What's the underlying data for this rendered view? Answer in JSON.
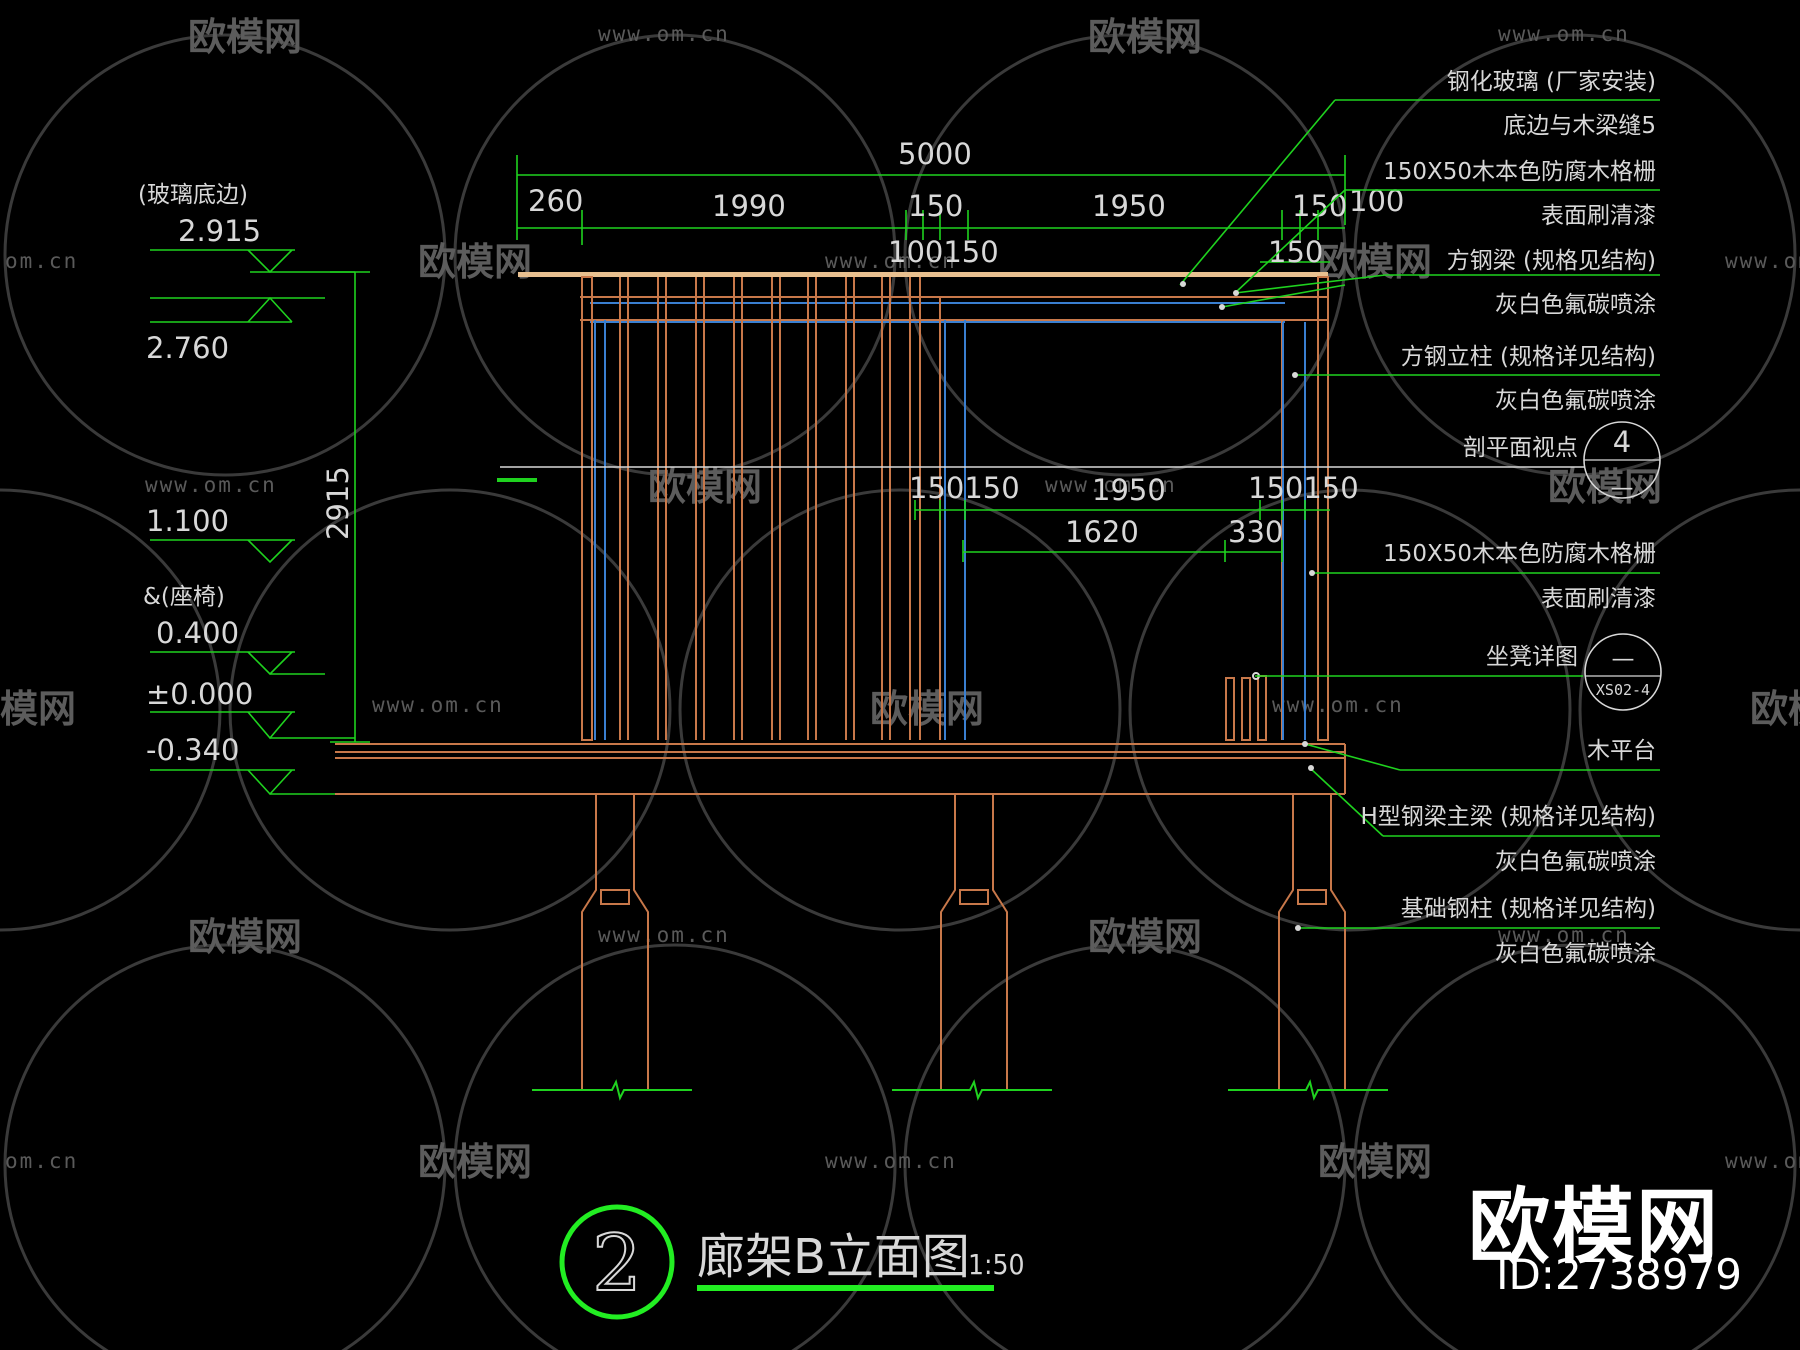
{
  "title": {
    "number": "2",
    "name": "廊架B立面图",
    "scale": "1:50"
  },
  "watermark": {
    "url": "www.om.cn",
    "url_short": "om.cn",
    "logo": "欧模网",
    "logo_partial": "模网"
  },
  "brand": {
    "name": "欧模网",
    "id": "ID:2738979"
  },
  "dimensions": {
    "overall": "5000",
    "top_row": [
      "260",
      "1990",
      "150",
      "1950",
      "150",
      "100"
    ],
    "top_sub": [
      "100150",
      "150"
    ],
    "vertical": "2915",
    "mid_row": [
      "150150",
      "1950",
      "150150"
    ],
    "mid_sub": [
      "1620",
      "330"
    ]
  },
  "elevations": {
    "glass_note": "(玻璃底边)",
    "e1": "2.915",
    "e2": "2.760",
    "e3": "1.100",
    "seat_note": "&(座椅)",
    "e4": "0.400",
    "e5": "±0.000",
    "e6": "-0.340"
  },
  "annotations": {
    "a1": "钢化玻璃 (厂家安装)",
    "a2": "底边与木梁缝5",
    "a3": "150X50木本色防腐木格栅",
    "a4": "表面刷清漆",
    "a5": "方钢梁 (规格见结构)",
    "a6": "灰白色氟碳喷涂",
    "a7": "方钢立柱 (规格详见结构)",
    "a8": "灰白色氟碳喷涂",
    "a9": "剖平面视点",
    "a10": "150X50木本色防腐木格栅",
    "a11": "表面刷清漆",
    "a12": "坐凳详图",
    "a13": "木平台",
    "a14": "H型钢梁主梁 (规格详见结构)",
    "a15": "灰白色氟碳喷涂",
    "a16": "基础钢柱 (规格详见结构)",
    "a17": "灰白色氟碳喷涂"
  },
  "symbols": {
    "section_mark_num": "4",
    "section_mark_dash": "—",
    "detail_mark_dash": "—",
    "detail_mark_ref": "XS02-4"
  },
  "colors": {
    "background": "#000000",
    "dimension_line": "#1fd21f",
    "structure": "#c8784a",
    "glass": "#3a7fd0",
    "beam": "#e8c090",
    "text": "#d8d8d8",
    "title_ring": "#22ee22"
  }
}
